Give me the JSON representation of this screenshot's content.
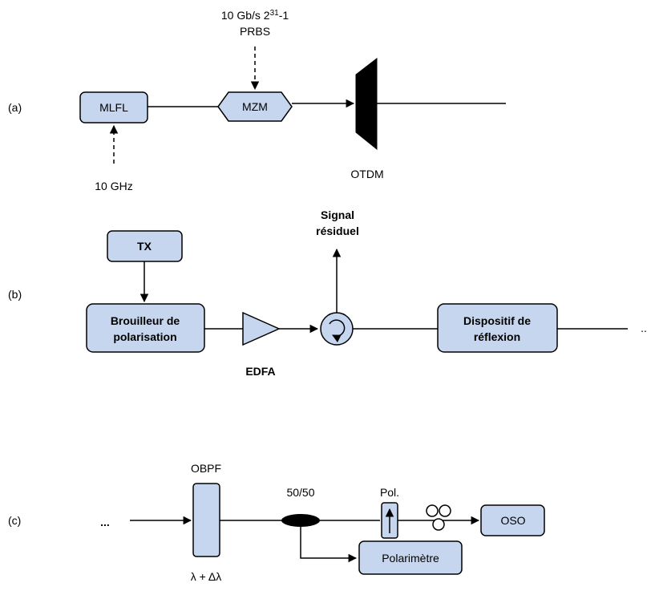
{
  "panel_a": {
    "label": "(a)",
    "mlfl": "MLFL",
    "mzm": "MZM",
    "prbs_line1_prefix": "10 Gb/s 2",
    "prbs_line1_sup": "31",
    "prbs_line1_suffix": "-1",
    "prbs_line2": "PRBS",
    "clock": "10 GHz",
    "otdm": "OTDM"
  },
  "panel_b": {
    "label": "(b)",
    "tx": "TX",
    "scrambler_line1": "Brouilleur de",
    "scrambler_line2": "polarisation",
    "edfa": "EDFA",
    "residual_line1": "Signal",
    "residual_line2": "résiduel",
    "reflector_line1": "Dispositif de",
    "reflector_line2": "réflexion",
    "continuation": ".."
  },
  "panel_c": {
    "label": "(c)",
    "continuation": "...",
    "obpf": "OBPF",
    "wavelength": "λ + Δλ",
    "coupler": "50/50",
    "pol": "Pol.",
    "oso": "OSO",
    "polarimeter": "Polarimètre"
  },
  "colors": {
    "box_fill": "#c6d6ee",
    "stroke": "#000000"
  }
}
